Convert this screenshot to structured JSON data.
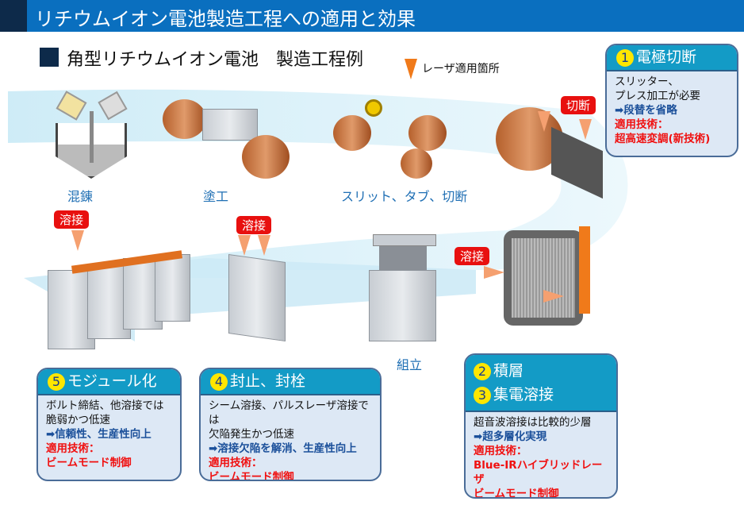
{
  "header": {
    "title": "リチウムイオン電池製造工程への適用と効果"
  },
  "section": {
    "title": "角型リチウムイオン電池　製造工程例"
  },
  "legend": {
    "laser_label": "レーザ適用箇所",
    "marker_color": "#f07a1a"
  },
  "steps": {
    "mixing": "混錬",
    "coating": "塗工",
    "slitting": "スリット、タブ、切断",
    "assembly": "組立"
  },
  "tags": {
    "cut": "切断",
    "weld1": "溶接",
    "weld2": "溶接",
    "weld3": "溶接"
  },
  "boxes": {
    "b1": {
      "num": "1",
      "title": "電極切断",
      "lines": [
        "スリッター、",
        "プレス加工が必要"
      ],
      "effect": "➡段替を省略",
      "tech_label": "適用技術：",
      "tech": [
        "超高速変調(新技術)"
      ]
    },
    "b23": {
      "num2": "2",
      "title2": "積層",
      "num3": "3",
      "title3": "集電溶接",
      "lines": [
        "超音波溶接は比較的少層"
      ],
      "effect": "➡超多層化実現",
      "tech_label": "適用技術：",
      "tech": [
        "Blue-IRハイブリッドレーザ",
        "ビームモード制御"
      ]
    },
    "b4": {
      "num": "4",
      "title": "封止、封栓",
      "lines": [
        "シーム溶接、パルスレーザ溶接では",
        "欠陥発生かつ低速"
      ],
      "effect": "➡溶接欠陥を解消、生産性向上",
      "tech_label": "適用技術：",
      "tech": [
        "ビームモード制御"
      ]
    },
    "b5": {
      "num": "5",
      "title": "モジュール化",
      "lines": [
        "ボルト締結、他溶接では",
        "脆弱かつ低速"
      ],
      "effect": "➡信頼性、生産性向上",
      "tech_label": "適用技術：",
      "tech": [
        "ビームモード制御"
      ]
    }
  },
  "colors": {
    "title_bar": "#0a6fbf",
    "box_header": "#139bc6",
    "box_body": "#dde8f5",
    "tag": "#e8100f"
  }
}
